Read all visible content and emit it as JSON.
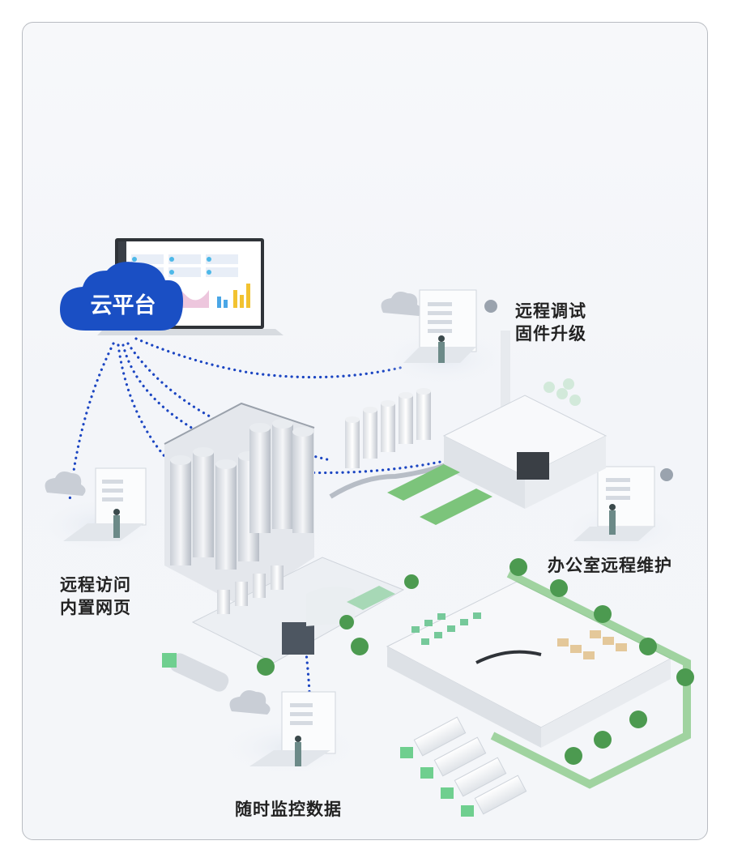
{
  "cloud": {
    "label": "云平台",
    "color": "#1a4fc4"
  },
  "features": {
    "remote_debug_line1": "远程调试",
    "remote_debug_line2": "固件升级",
    "remote_access_line1": "远程访问",
    "remote_access_line2": "内置网页",
    "office_maintenance": "办公室远程维护",
    "monitoring": "随时监控数据"
  },
  "colors": {
    "dots": "#1b45c2",
    "accent_green": "#6fcf8f",
    "trees": "#4c9a50",
    "lawn": "#7cc47b"
  }
}
